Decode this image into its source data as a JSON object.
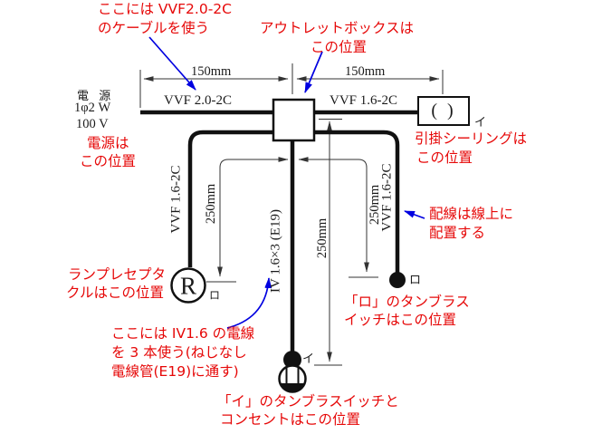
{
  "power": {
    "name": "電 源",
    "phase": "1φ2 W",
    "voltage": "100 V",
    "note_line1": "電源は",
    "note_line2": "この位置"
  },
  "cable_labels": {
    "vvf20": "VVF 2.0-2C",
    "vvf16_top": "VVF 1.6-2C",
    "vvf16_left": "VVF 1.6-2C",
    "vvf16_right": "VVF 1.6-2C",
    "iv_conduit": "IV 1.6×3 (E19)"
  },
  "dimensions": {
    "top_left": "150mm",
    "top_right": "150mm",
    "left": "250mm",
    "center": "250mm",
    "right": "250mm"
  },
  "devices": {
    "receptacle_symbol": "R",
    "ceiling_symbol": "( )",
    "ceiling_tag": "イ",
    "receptacle_tag": "ロ",
    "switch_ro_tag": "ロ",
    "switch_i_tag": "イ"
  },
  "annotations": {
    "vvf20_note": [
      "ここには VVF2.0-2C",
      "のケーブルを使う"
    ],
    "outlet_box_note": [
      "アウトレットボックスは",
      "この位置"
    ],
    "ceiling_note": [
      "引掛シーリングは",
      "この位置"
    ],
    "wiring_note": [
      "配線は線上に",
      "配置する"
    ],
    "receptacle_note": [
      "ランプレセプタ",
      "クルはこの位置"
    ],
    "iv_note": [
      "ここには IV1.6 の電線",
      "を 3 本使う(ねじなし",
      "電線管(E19)に通す)"
    ],
    "switch_ro_note": [
      "「ロ」のタンブラス",
      "イッチはこの位置"
    ],
    "switch_i_note": [
      "「イ」のタンブラスイッチと",
      "コンセントはこの位置"
    ]
  },
  "colors": {
    "wire": "#111111",
    "annotation_red": "#e60808",
    "arrow_blue": "#0000e0"
  }
}
